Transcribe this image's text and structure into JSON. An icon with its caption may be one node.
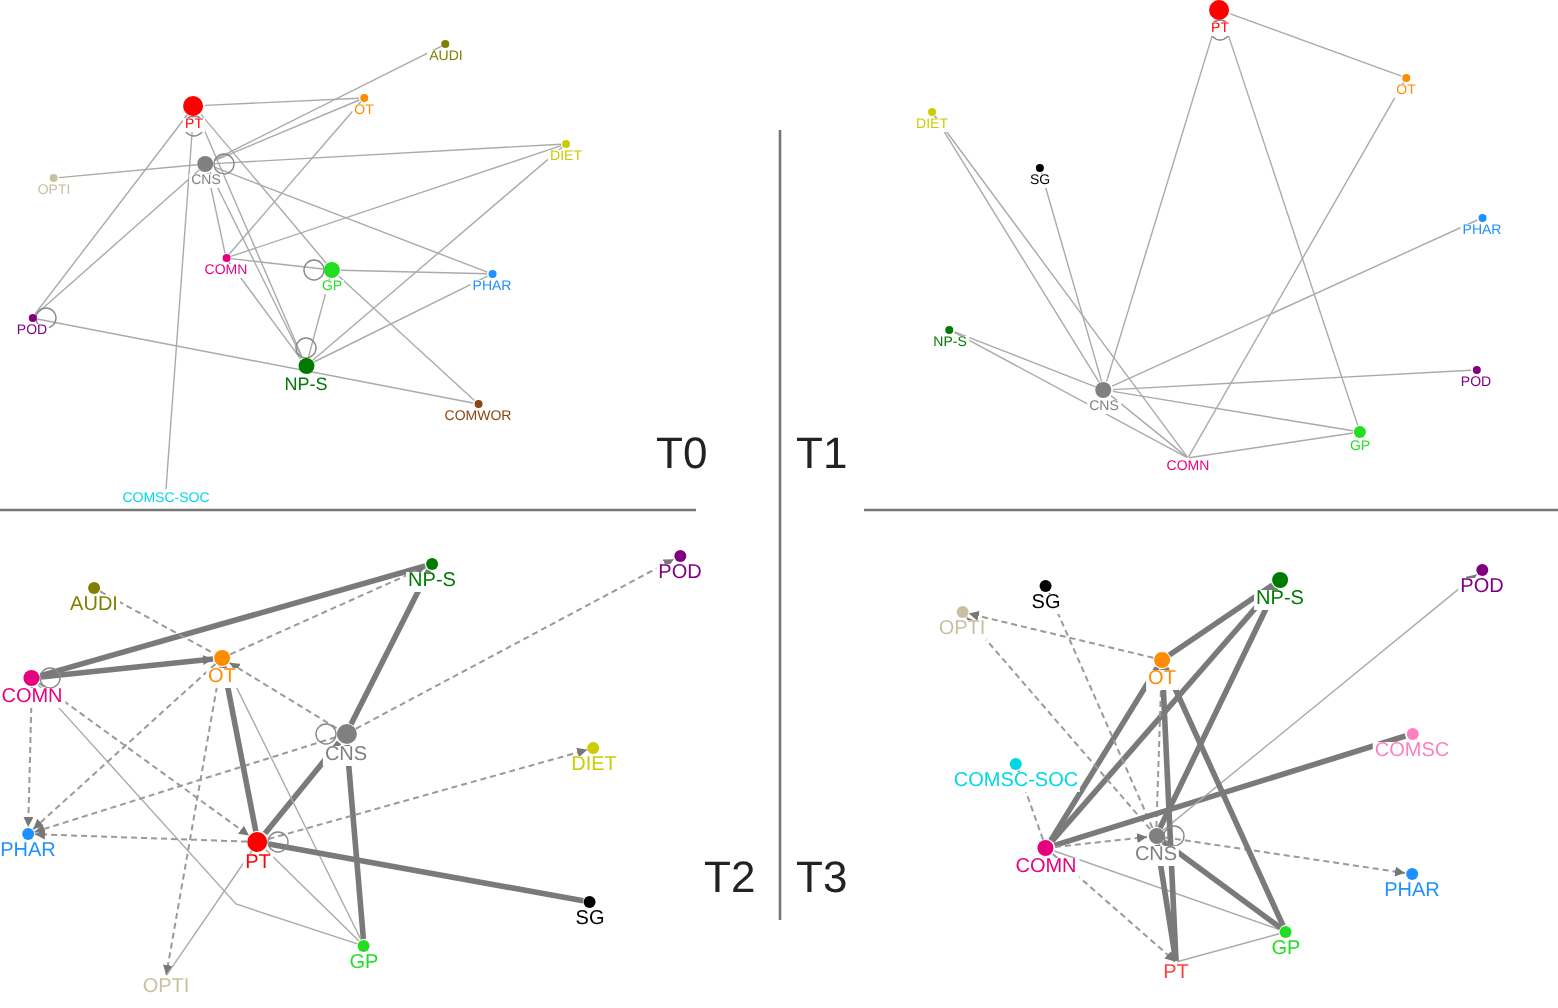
{
  "diagram": {
    "nodes": [
      {
        "text": [
          "PT"
        ]
      },
      {
        "text": [
          "OT"
        ]
      },
      {
        "text": [
          "AUDI"
        ]
      },
      {
        "text": [
          "DIET"
        ]
      },
      {
        "text": [
          "CNS"
        ]
      },
      {
        "text": [
          "OPTI"
        ]
      },
      {
        "text": [
          "COMN"
        ]
      },
      {
        "text": [
          "GP"
        ]
      },
      {
        "text": [
          "PHAR"
        ]
      },
      {
        "text": [
          "POD"
        ]
      },
      {
        "text": [
          "NP-S"
        ]
      },
      {
        "text": [
          "COMWOR"
        ]
      },
      {
        "text": [
          "COMSC-SOC"
        ]
      },
      {
        "text": [
          "PT"
        ]
      },
      {
        "text": [
          "OT"
        ]
      },
      {
        "text": [
          "DIET"
        ]
      },
      {
        "text": [
          "SG"
        ]
      },
      {
        "text": [
          "PHAR"
        ]
      },
      {
        "text": [
          "NP-S"
        ]
      },
      {
        "text": [
          "POD"
        ]
      },
      {
        "text": [
          "CNS"
        ]
      },
      {
        "text": [
          "GP"
        ]
      },
      {
        "text": [
          "COMN"
        ]
      },
      {
        "text": [
          "NP-S"
        ]
      },
      {
        "text": [
          "POD"
        ]
      },
      {
        "text": [
          "AUDI"
        ]
      },
      {
        "text": [
          "OT"
        ]
      },
      {
        "text": [
          "COMN"
        ]
      },
      {
        "text": [
          "CNS"
        ]
      },
      {
        "text": [
          "DIET"
        ]
      },
      {
        "text": [
          "PHAR"
        ]
      },
      {
        "text": [
          "PT"
        ]
      },
      {
        "text": [
          "SG"
        ]
      },
      {
        "text": [
          "GP"
        ]
      },
      {
        "text": [
          "OPTI"
        ]
      },
      {
        "text": [
          "POD"
        ]
      },
      {
        "text": [
          "SG"
        ]
      },
      {
        "text": [
          "NP-S"
        ]
      },
      {
        "text": [
          "OPTI"
        ]
      },
      {
        "text": [
          "OT"
        ]
      },
      {
        "text": [
          "COMSC"
        ]
      },
      {
        "text": [
          "COMSC-SOC"
        ]
      },
      {
        "text": [
          "CNS"
        ]
      },
      {
        "text": [
          "COMN"
        ]
      },
      {
        "text": [
          "PHAR"
        ]
      },
      {
        "text": [
          "GP"
        ]
      },
      {
        "text": [
          "PT"
        ]
      }
    ],
    "edges": [
      {
        "from": 0,
        "to": 1,
        "arrow": "none"
      },
      {
        "from": 0,
        "to": 9,
        "arrow": "none"
      },
      {
        "from": 0,
        "to": 10,
        "arrow": "none"
      },
      {
        "from": 0,
        "to": 7,
        "arrow": "none"
      },
      {
        "from": 0,
        "to": 12,
        "arrow": "none"
      },
      {
        "from": 4,
        "to": 2,
        "arrow": "none"
      },
      {
        "from": 4,
        "to": 1,
        "arrow": "none"
      },
      {
        "from": 4,
        "to": 3,
        "arrow": "none"
      },
      {
        "from": 4,
        "to": 5,
        "arrow": "none"
      },
      {
        "from": 4,
        "to": 6,
        "arrow": "none"
      },
      {
        "from": 4,
        "to": 10,
        "arrow": "none"
      },
      {
        "from": 4,
        "to": 8,
        "arrow": "none"
      },
      {
        "from": 4,
        "to": 9,
        "arrow": "none"
      },
      {
        "from": 6,
        "to": 1,
        "arrow": "none"
      },
      {
        "from": 6,
        "to": 3,
        "arrow": "none"
      },
      {
        "from": 6,
        "to": 7,
        "arrow": "none"
      },
      {
        "from": 6,
        "to": 10,
        "arrow": "none"
      },
      {
        "from": 7,
        "to": 8,
        "arrow": "none"
      },
      {
        "from": 7,
        "to": 10,
        "arrow": "none"
      },
      {
        "from": 7,
        "to": 11,
        "arrow": "none"
      },
      {
        "from": 10,
        "to": 3,
        "arrow": "none"
      },
      {
        "from": 10,
        "to": 8,
        "arrow": "none"
      },
      {
        "from": 9,
        "to": 11,
        "arrow": "none"
      },
      {
        "from": 0,
        "to": 0,
        "arrow": "none"
      },
      {
        "from": 4,
        "to": 4,
        "arrow": "none"
      },
      {
        "from": 7,
        "to": 7,
        "arrow": "none"
      },
      {
        "from": 9,
        "to": 9,
        "arrow": "none"
      },
      {
        "from": 10,
        "to": 10,
        "arrow": "none"
      },
      {
        "from": 13,
        "to": 14,
        "arrow": "none"
      },
      {
        "from": 13,
        "to": 20,
        "arrow": "none"
      },
      {
        "from": 13,
        "to": 21,
        "arrow": "none"
      },
      {
        "from": 14,
        "to": 22,
        "arrow": "none"
      },
      {
        "from": 15,
        "to": 20,
        "arrow": "none"
      },
      {
        "from": 15,
        "to": 22,
        "arrow": "none"
      },
      {
        "from": 16,
        "to": 20,
        "arrow": "none"
      },
      {
        "from": 20,
        "to": 17,
        "arrow": "none"
      },
      {
        "from": 18,
        "to": 20,
        "arrow": "none"
      },
      {
        "from": 18,
        "to": 22,
        "arrow": "none"
      },
      {
        "from": 20,
        "to": 19,
        "arrow": "none"
      },
      {
        "from": 20,
        "to": 21,
        "arrow": "none"
      },
      {
        "from": 20,
        "to": 22,
        "arrow": "none"
      },
      {
        "from": 22,
        "to": 21,
        "arrow": "none"
      },
      {
        "from": 13,
        "to": 13,
        "arrow": "none"
      },
      {
        "from": 27,
        "to": 23,
        "arrow": "none",
        "style": "thick"
      },
      {
        "from": 27,
        "to": 26,
        "arrow": "to",
        "style": "thick"
      },
      {
        "from": 27,
        "to": 31,
        "arrow": "to",
        "style": "dashed"
      },
      {
        "from": 27,
        "to": 33,
        "arrow": "none"
      },
      {
        "from": 26,
        "to": 23,
        "arrow": "to",
        "style": "dashed"
      },
      {
        "from": 25,
        "to": 26,
        "arrow": "none",
        "style": "dashed"
      },
      {
        "from": 28,
        "to": 26,
        "arrow": "to",
        "style": "dashed"
      },
      {
        "from": 28,
        "to": 23,
        "arrow": "none",
        "style": "thick"
      },
      {
        "from": 28,
        "to": 24,
        "arrow": "to",
        "style": "dashed"
      },
      {
        "from": 28,
        "to": 30,
        "arrow": "to",
        "style": "dashed"
      },
      {
        "from": 28,
        "to": 33,
        "arrow": "none",
        "style": "thick"
      },
      {
        "from": 28,
        "to": 31,
        "arrow": "none",
        "style": "thick"
      },
      {
        "from": 26,
        "to": 30,
        "arrow": "to",
        "style": "dashed"
      },
      {
        "from": 31,
        "to": 26,
        "arrow": "to",
        "style": "thick"
      },
      {
        "from": 26,
        "to": 34,
        "arrow": "to",
        "style": "dashed"
      },
      {
        "from": 26,
        "to": 33,
        "arrow": "none"
      },
      {
        "from": 27,
        "to": 30,
        "arrow": "to",
        "style": "dashed"
      },
      {
        "from": 31,
        "to": 30,
        "arrow": "to",
        "style": "dashed"
      },
      {
        "from": 31,
        "to": 29,
        "arrow": "to",
        "style": "dashed"
      },
      {
        "from": 31,
        "to": 32,
        "arrow": "none",
        "style": "thick"
      },
      {
        "from": 31,
        "to": 33,
        "arrow": "none"
      },
      {
        "from": 31,
        "to": 34,
        "arrow": "none"
      },
      {
        "from": 27,
        "to": 27,
        "arrow": "none"
      },
      {
        "from": 28,
        "to": 28,
        "arrow": "none"
      },
      {
        "from": 31,
        "to": 31,
        "arrow": "none"
      },
      {
        "from": 39,
        "to": 38,
        "arrow": "to",
        "style": "dashed"
      },
      {
        "from": 39,
        "to": 37,
        "arrow": "none",
        "style": "thick"
      },
      {
        "from": 43,
        "to": 39,
        "arrow": "none",
        "style": "thick"
      },
      {
        "from": 43,
        "to": 37,
        "arrow": "none",
        "style": "thick"
      },
      {
        "from": 42,
        "to": 37,
        "arrow": "none",
        "style": "thick"
      },
      {
        "from": 42,
        "to": 39,
        "arrow": "to",
        "style": "dashed"
      },
      {
        "from": 42,
        "to": 36,
        "arrow": "to",
        "style": "dashed"
      },
      {
        "from": 42,
        "to": 38,
        "arrow": "to",
        "style": "dashed"
      },
      {
        "from": 43,
        "to": 41,
        "arrow": "to",
        "style": "dashed"
      },
      {
        "from": 43,
        "to": 40,
        "arrow": "none",
        "style": "thick"
      },
      {
        "from": 43,
        "to": 42,
        "arrow": "to",
        "style": "dashed"
      },
      {
        "from": 42,
        "to": 44,
        "arrow": "to",
        "style": "dashed"
      },
      {
        "from": 42,
        "to": 35,
        "arrow": "to"
      },
      {
        "from": 43,
        "to": 45,
        "arrow": "none"
      },
      {
        "from": 43,
        "to": 46,
        "arrow": "to",
        "style": "dashed"
      },
      {
        "from": 39,
        "to": 46,
        "arrow": "none",
        "style": "thick"
      },
      {
        "from": 39,
        "to": 45,
        "arrow": "none",
        "style": "thick"
      },
      {
        "from": 42,
        "to": 45,
        "arrow": "none",
        "style": "thick"
      },
      {
        "from": 42,
        "to": 46,
        "arrow": "none",
        "style": "thick"
      },
      {
        "from": 46,
        "to": 45,
        "arrow": "none"
      },
      {
        "from": 42,
        "to": 42,
        "arrow": "none"
      }
    ],
    "labels": [
      "T0",
      "T1",
      "T2",
      "T3"
    ]
  }
}
